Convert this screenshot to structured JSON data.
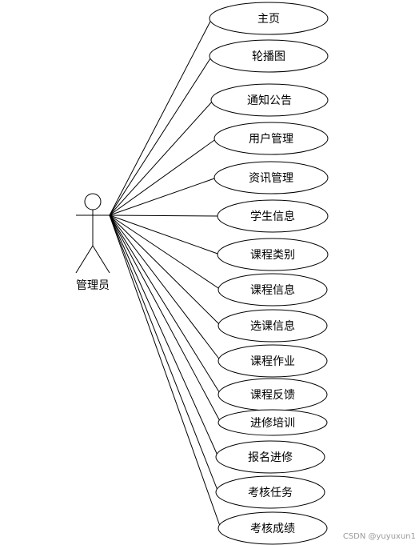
{
  "actor": {
    "name": "管理员",
    "icon": "stick-figure-icon"
  },
  "use_cases": [
    "主页",
    "轮播图",
    "通知公告",
    "用户管理",
    "资讯管理",
    "学生信息",
    "课程类别",
    "课程信息",
    "选课信息",
    "课程作业",
    "课程反馈",
    "进修培训",
    "报名进修",
    "考核任务",
    "考核成绩"
  ],
  "watermark": "CSDN @yuyuxun1",
  "colors": {
    "stroke": "#000000",
    "background": "#ffffff",
    "watermark": "#9a9a9a"
  }
}
